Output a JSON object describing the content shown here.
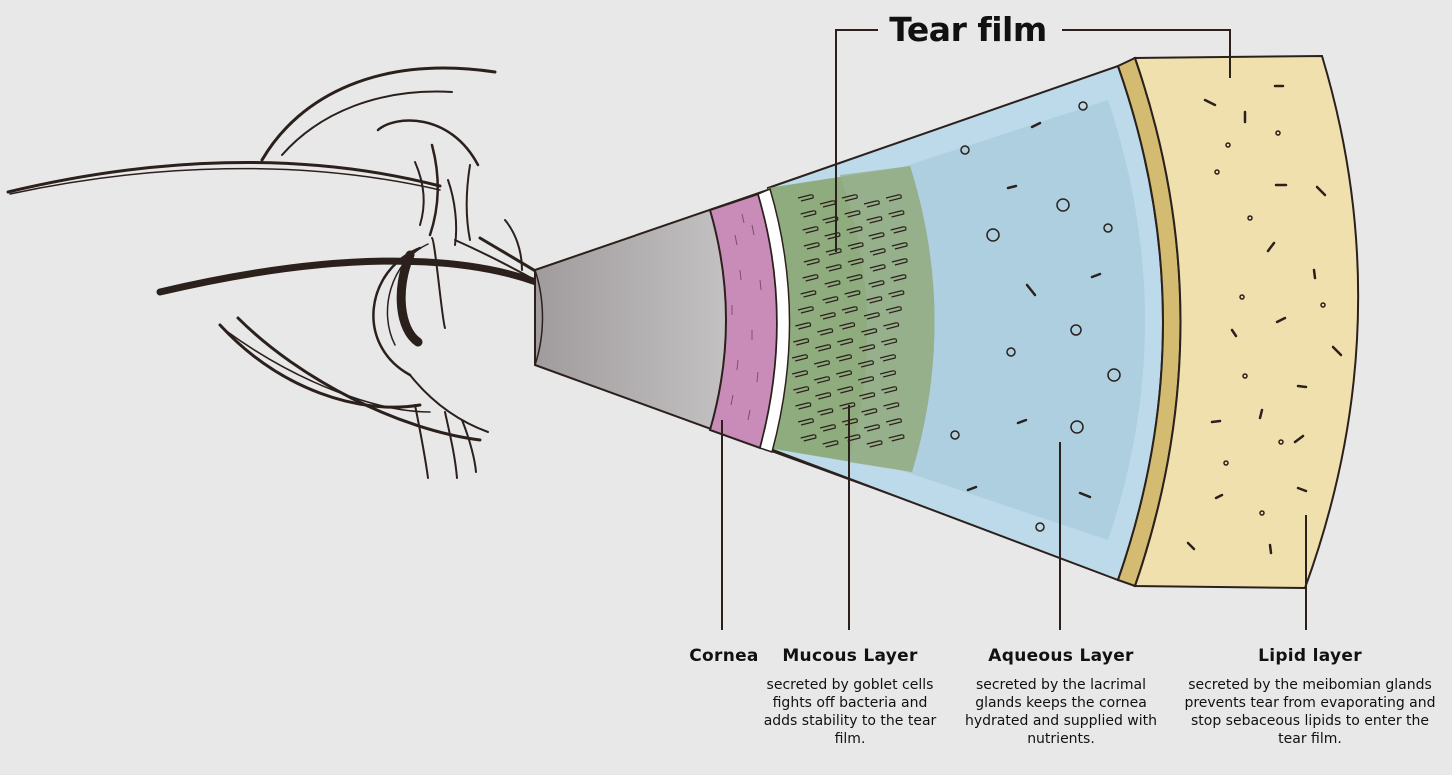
{
  "title": "Tear film",
  "colors": {
    "background": "#e8e8e8",
    "cornea": "#c98cb9",
    "mucous": "#8aa672",
    "aqueous": "#bcdaea",
    "lipid": "#efe0ae",
    "lipid_edge": "#d3bc72",
    "outline": "#2b201c"
  },
  "layers": [
    {
      "name": "Cornea",
      "description": ""
    },
    {
      "name": "Mucous Layer",
      "description": "secreted by goblet cells fights off bacteria and adds stability to the tear film."
    },
    {
      "name": "Aqueous Layer",
      "description": "secreted by the lacrimal glands keeps the cornea hydrated and supplied with nutrients."
    },
    {
      "name": "Lipid layer",
      "description": "secreted by the meibomian glands prevents tear from evaporating and stop sebaceous lipids to enter the tear film."
    }
  ]
}
